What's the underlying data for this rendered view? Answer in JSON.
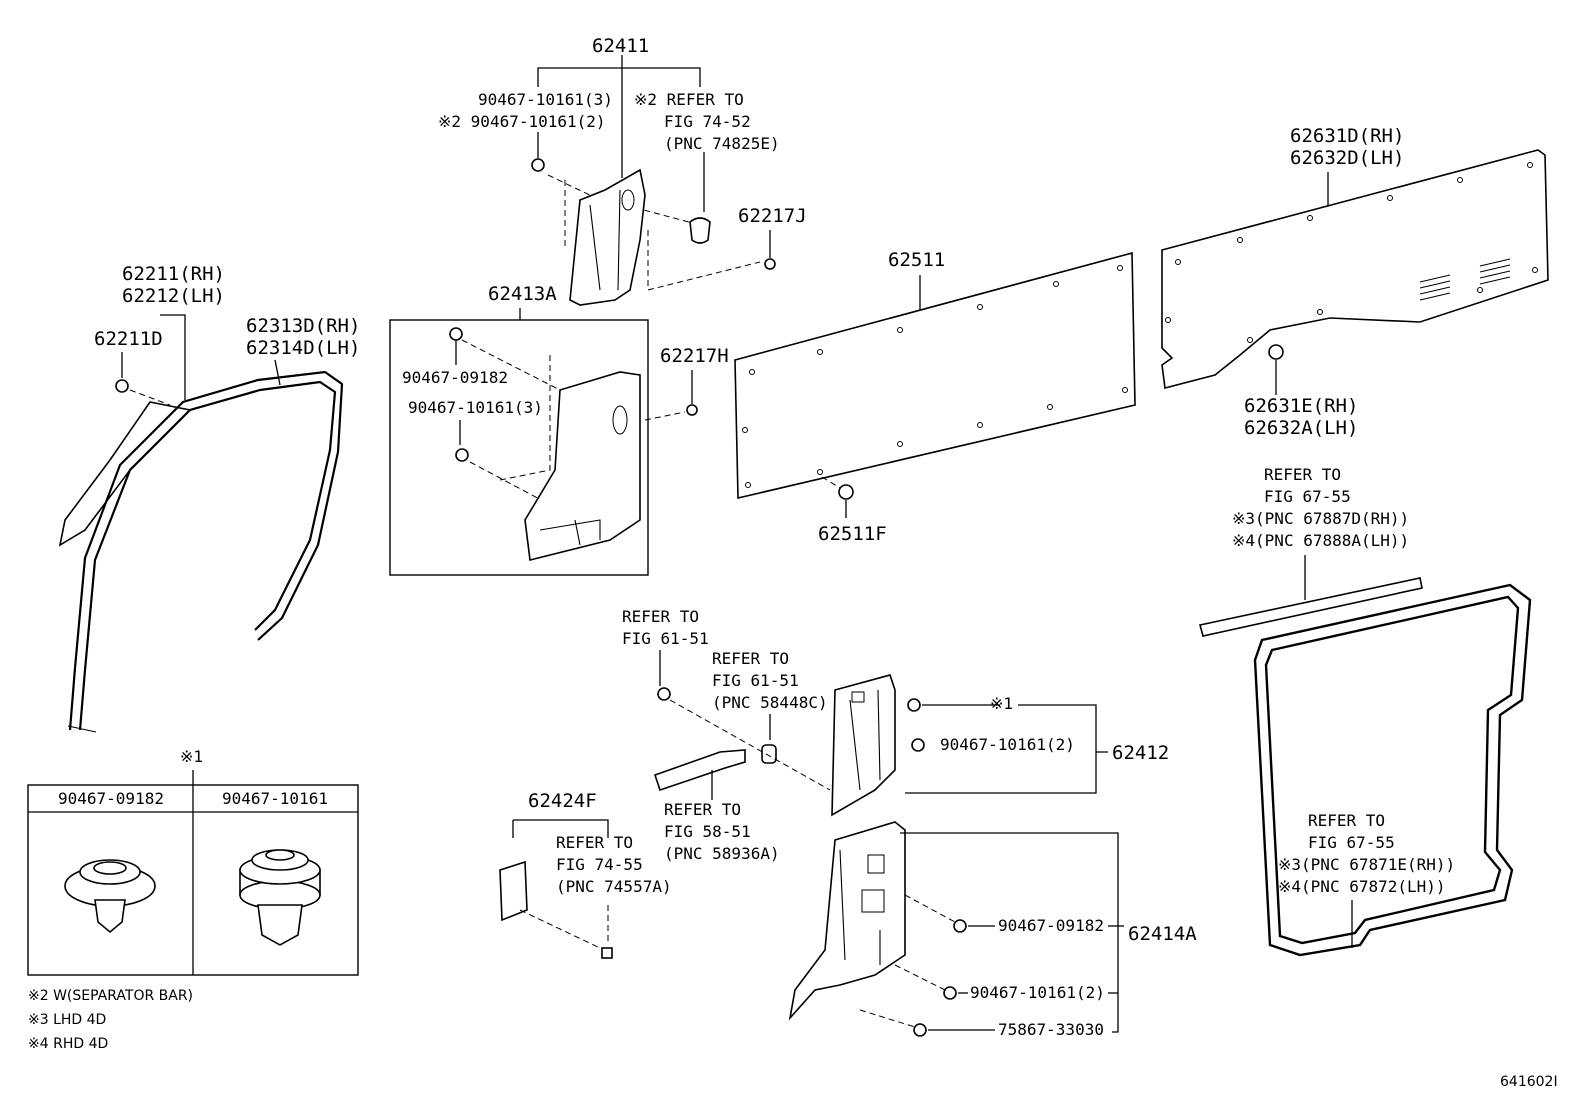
{
  "diagram_code": "641602I",
  "labels": {
    "p62411": "62411",
    "p62411_clip_a": "90467-10161(3)",
    "p62411_clip_b": "※2 90467-10161(2)",
    "p62411_ref_1": "※2 REFER TO",
    "p62411_ref_2": "FIG 74-52",
    "p62411_ref_3": "(PNC 74825E)",
    "p62217J": "62217J",
    "p62211_rh": "62211(RH)",
    "p62212_lh": "62212(LH)",
    "p62211D": "62211D",
    "p62313D_rh": "62313D(RH)",
    "p62314D_lh": "62314D(LH)",
    "p62413A": "62413A",
    "p62413A_clip_a": "90467-09182",
    "p62413A_clip_b": "90467-10161(3)",
    "p62217H": "62217H",
    "p62511": "62511",
    "p62511F": "62511F",
    "p62631D_rh": "62631D(RH)",
    "p62632D_lh": "62632D(LH)",
    "p62631E_rh": "62631E(RH)",
    "p62632A_lh": "62632A(LH)",
    "ref67_top_1": "REFER TO",
    "ref67_top_2": "FIG 67-55",
    "ref67_top_3": "※3(PNC 67887D(RH))",
    "ref67_top_4": "※4(PNC 67888A(LH))",
    "ref61_a_1": "REFER TO",
    "ref61_a_2": "FIG 61-51",
    "ref61_b_1": "REFER TO",
    "ref61_b_2": "FIG 61-51",
    "ref61_b_3": "(PNC 58448C)",
    "mark1_right": "※1",
    "p62412_clip": "90467-10161(2)",
    "p62412": "62412",
    "ref58_1": "REFER TO",
    "ref58_2": "FIG 58-51",
    "ref58_3": "(PNC 58936A)",
    "p62424F": "62424F",
    "ref74_1": "REFER TO",
    "ref74_2": "FIG 74-55",
    "ref74_3": "(PNC 74557A)",
    "p62414A_clip_a": "90467-09182",
    "p62414A": "62414A",
    "p62414A_clip_b": "90467-10161(2)",
    "p62414A_clip_c": "75867-33030",
    "ref67_bot_1": "REFER TO",
    "ref67_bot_2": "FIG 67-55",
    "ref67_bot_3": "※3(PNC 67871E(RH))",
    "ref67_bot_4": "※4(PNC 67872(LH))",
    "mark1_table": "※1"
  },
  "clip_table": {
    "col1": "90467-09182",
    "col2": "90467-10161"
  },
  "footnotes": {
    "n2": "※2 W(SEPARATOR BAR)",
    "n3": "※3 LHD 4D",
    "n4": "※4 RHD 4D"
  }
}
